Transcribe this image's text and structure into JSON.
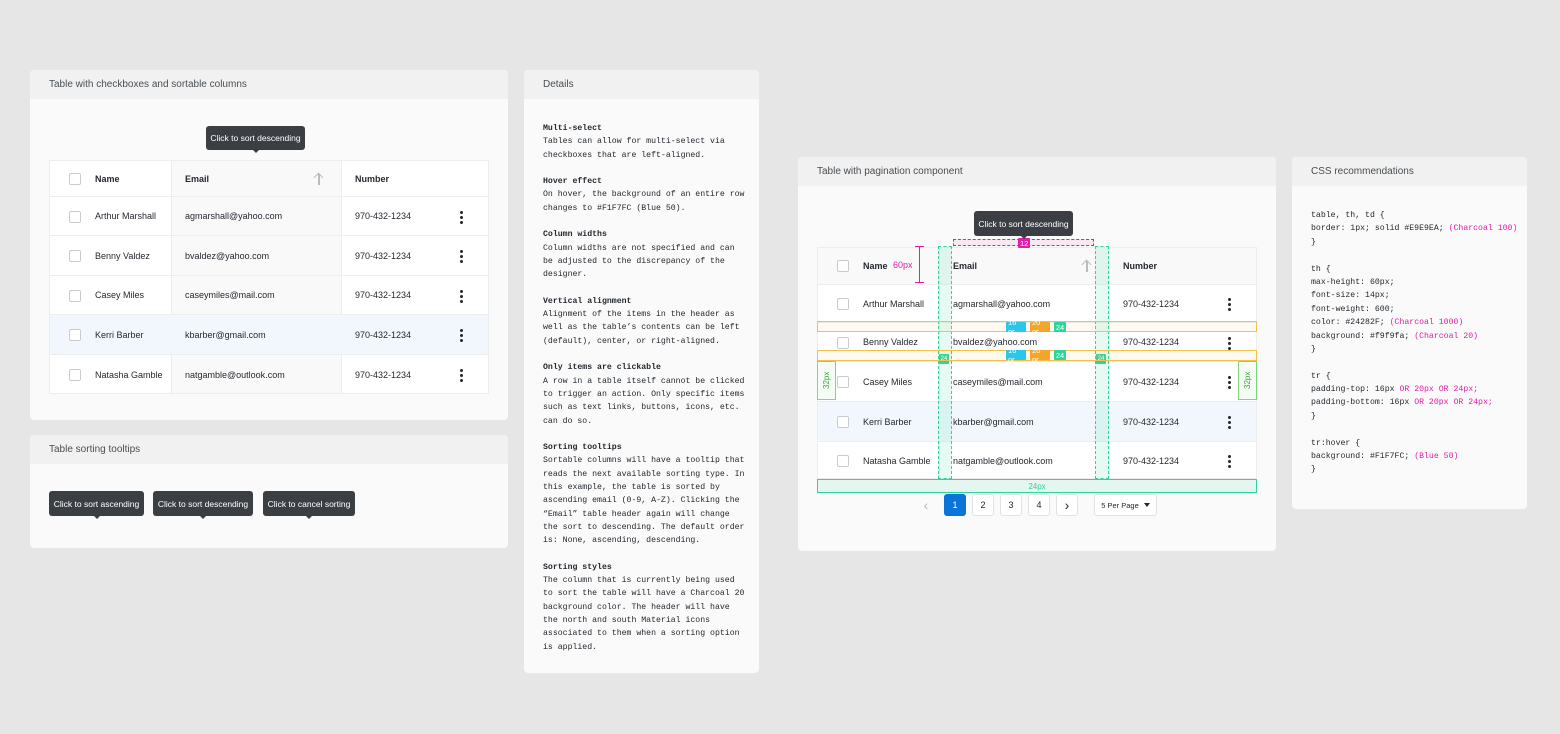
{
  "cards": {
    "sortable": "Table with checkboxes and sortable columns",
    "tooltips": "Table sorting tooltips",
    "details": "Details",
    "pagination": "Table with pagination component",
    "css": "CSS recommendations"
  },
  "table": {
    "headers": {
      "name": "Name",
      "email": "Email",
      "number": "Number"
    },
    "rows": [
      {
        "name": "Arthur Marshall",
        "email": "agmarshall@yahoo.com",
        "number": "970-432-1234"
      },
      {
        "name": "Benny Valdez",
        "email": "bvaldez@yahoo.com",
        "number": "970-432-1234"
      },
      {
        "name": "Casey Miles",
        "email": "caseymiles@mail.com",
        "number": "970-432-1234"
      },
      {
        "name": "Kerri Barber",
        "email": "kbarber@gmail.com",
        "number": "970-432-1234"
      },
      {
        "name": "Natasha Gamble",
        "email": "natgamble@outlook.com",
        "number": "970-432-1234"
      }
    ]
  },
  "tooltips": {
    "descending": "Click to sort descending",
    "ascending": "Click to sort ascending",
    "cancel": "Click to cancel sorting"
  },
  "details": [
    {
      "title": "Multi-select",
      "body": "Tables can allow for multi-select via checkboxes that are left-aligned."
    },
    {
      "title": "Hover effect",
      "body": "On hover, the background of an entire row changes to #F1F7FC (Blue 50)."
    },
    {
      "title": "Column widths",
      "body": "Column widths are not specified and can be adjusted to the discrepancy of the designer."
    },
    {
      "title": "Vertical alignment",
      "body": "Alignment of the items in the header as well as the table’s contents can be left (default), center, or right-aligned."
    },
    {
      "title": "Only items are clickable",
      "body": "A row in a table itself cannot be clicked to trigger an action. Only specific items such as text links, buttons, icons, etc. can do so."
    },
    {
      "title": "Sorting tooltips",
      "body": "Sortable columns will have a tooltip that reads the next available sorting type. In this example, the table is sorted by ascending email (0-9, A-Z). Clicking the “Email” table header again will change the sort to descending. The default order is: None, ascending, descending."
    },
    {
      "title": "Sorting styles",
      "body": "The column that is currently being used to sort the table will have a Charcoal 20 background color. The header will have the north and south Material icons associated to them when a sorting option is applied."
    }
  ],
  "annotations": {
    "header_pad": "60px",
    "tooltip_gap": "12",
    "col_gap": "24",
    "row_pad": "16 or",
    "row_pad2": "20 or",
    "row_pad3": "24",
    "side_pad": "32px",
    "bottom_pad": "24px"
  },
  "pagination": {
    "pages": [
      "1",
      "2",
      "3",
      "4"
    ],
    "active_page": "1",
    "prev": "‹",
    "next": "›",
    "per_page": "5 Per Page"
  },
  "css_lines": [
    [
      "table, th, td {",
      ""
    ],
    [
      "border: 1px; solid #E9E9EA; ",
      "(Charcoal 100)"
    ],
    [
      "}",
      ""
    ],
    [
      "",
      ""
    ],
    [
      "th {",
      ""
    ],
    [
      "max-height: 60px;",
      ""
    ],
    [
      "font-size: 14px;",
      ""
    ],
    [
      "font-weight: 600;",
      ""
    ],
    [
      "color: #24282F; ",
      "(Charcoal 1000)"
    ],
    [
      "background: #f9f9fa; ",
      "(Charcoal 20)"
    ],
    [
      "}",
      ""
    ],
    [
      "",
      ""
    ],
    [
      "tr {",
      ""
    ],
    [
      "padding-top: 16px ",
      "OR 20px OR 24px;"
    ],
    [
      "padding-bottom: 16px ",
      "OR 20px OR 24px;"
    ],
    [
      "}",
      ""
    ],
    [
      "",
      ""
    ],
    [
      "tr:hover {",
      ""
    ],
    [
      "background: #F1F7FC; ",
      "(Blue 50)"
    ],
    [
      "}",
      ""
    ]
  ],
  "colors": {
    "accent": "#0b74d8",
    "hover": "#f1f7fc",
    "annotation_pink": "#e01ea8"
  }
}
